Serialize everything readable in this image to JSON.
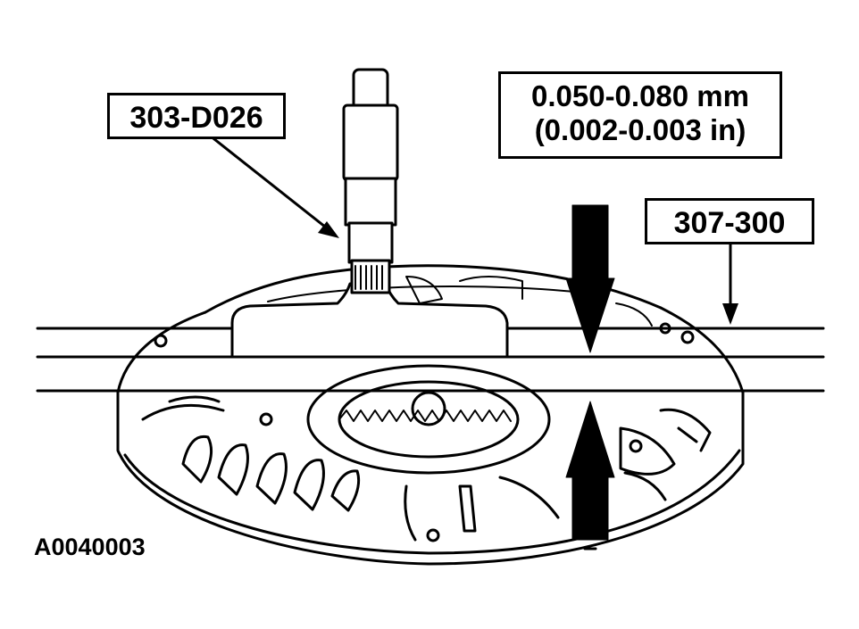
{
  "callouts": {
    "tool_left": "303-D026",
    "clearance_line1": "0.050-0.080 mm",
    "clearance_line2": "(0.002-0.003 in)",
    "tool_right": "307-300"
  },
  "figure_id": "A0040003",
  "colors": {
    "ink": "#000000",
    "paper": "#ffffff"
  }
}
